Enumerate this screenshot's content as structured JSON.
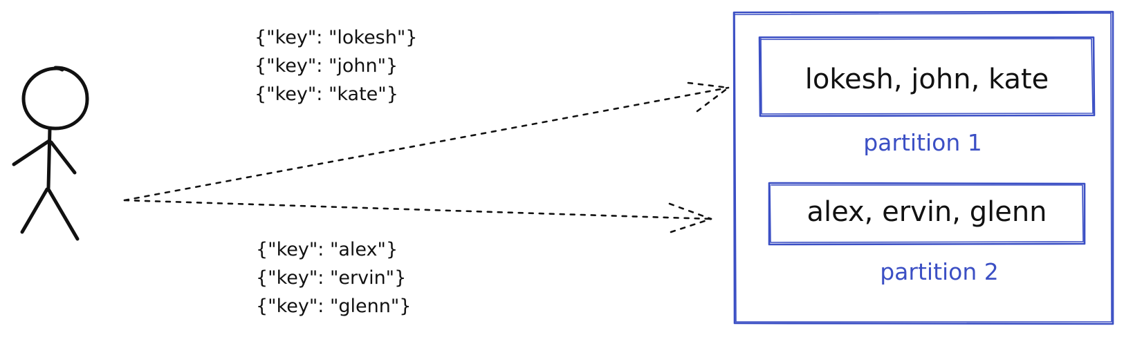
{
  "producer_records": [
    "{\"key\": \"lokesh\"}",
    "{\"key\": \"john\"}",
    "{\"key\": \"kate\"}"
  ],
  "producer_records_2": [
    "{\"key\": \"alex\"}",
    "{\"key\": \"ervin\"}",
    "{\"key\": \"glenn\"}"
  ],
  "partitions": [
    {
      "content": "lokesh, john, kate",
      "label": "partition 1"
    },
    {
      "content": "alex, ervin, glenn",
      "label": "partition 2"
    }
  ],
  "colors": {
    "ink": "#111111",
    "accent": "#3b4fc4"
  }
}
